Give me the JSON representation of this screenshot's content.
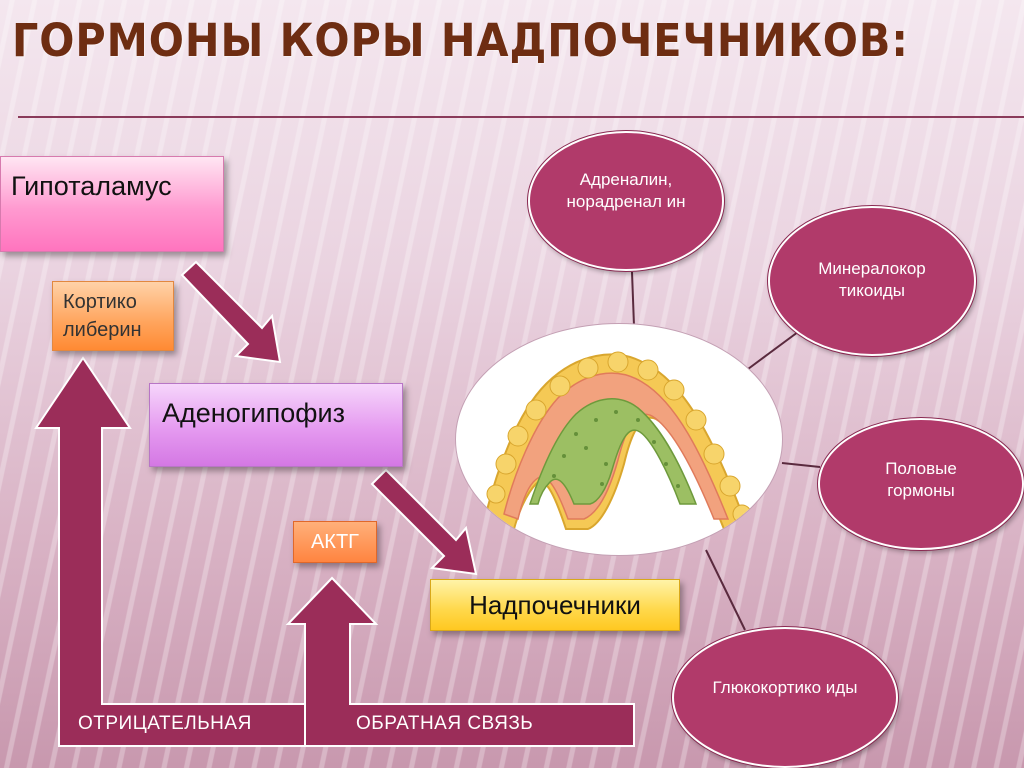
{
  "title": "ГОРМОНЫ КОРЫ НАДПОЧЕЧНИКОВ:",
  "boxes": {
    "hypothalamus": "Гипоталамус",
    "corticoliberin": [
      "Кортико",
      "либерин"
    ],
    "adenohypophysis": "Аденогипофиз",
    "actg": "АКТГ",
    "adrenal_glands": "Надпочечники"
  },
  "hormones": {
    "adrenaline": "Адреналин, норадренал ин",
    "mineralocorticoids": "Минералокор тикоиды",
    "sex_hormones": "Половые гормоны",
    "glucocorticoids": "Глюкокортико иды"
  },
  "feedback": {
    "negative": "ОТРИЦАТЕЛЬНАЯ",
    "feedback": "ОБРАТНАЯ СВЯЗЬ"
  },
  "colors": {
    "title": "#6e2d12",
    "ellipse_fill": "#b13a6a",
    "arrow_fill": "#9b2d59"
  },
  "icons": {
    "adrenal_image": "adrenal-gland-cross-section"
  }
}
